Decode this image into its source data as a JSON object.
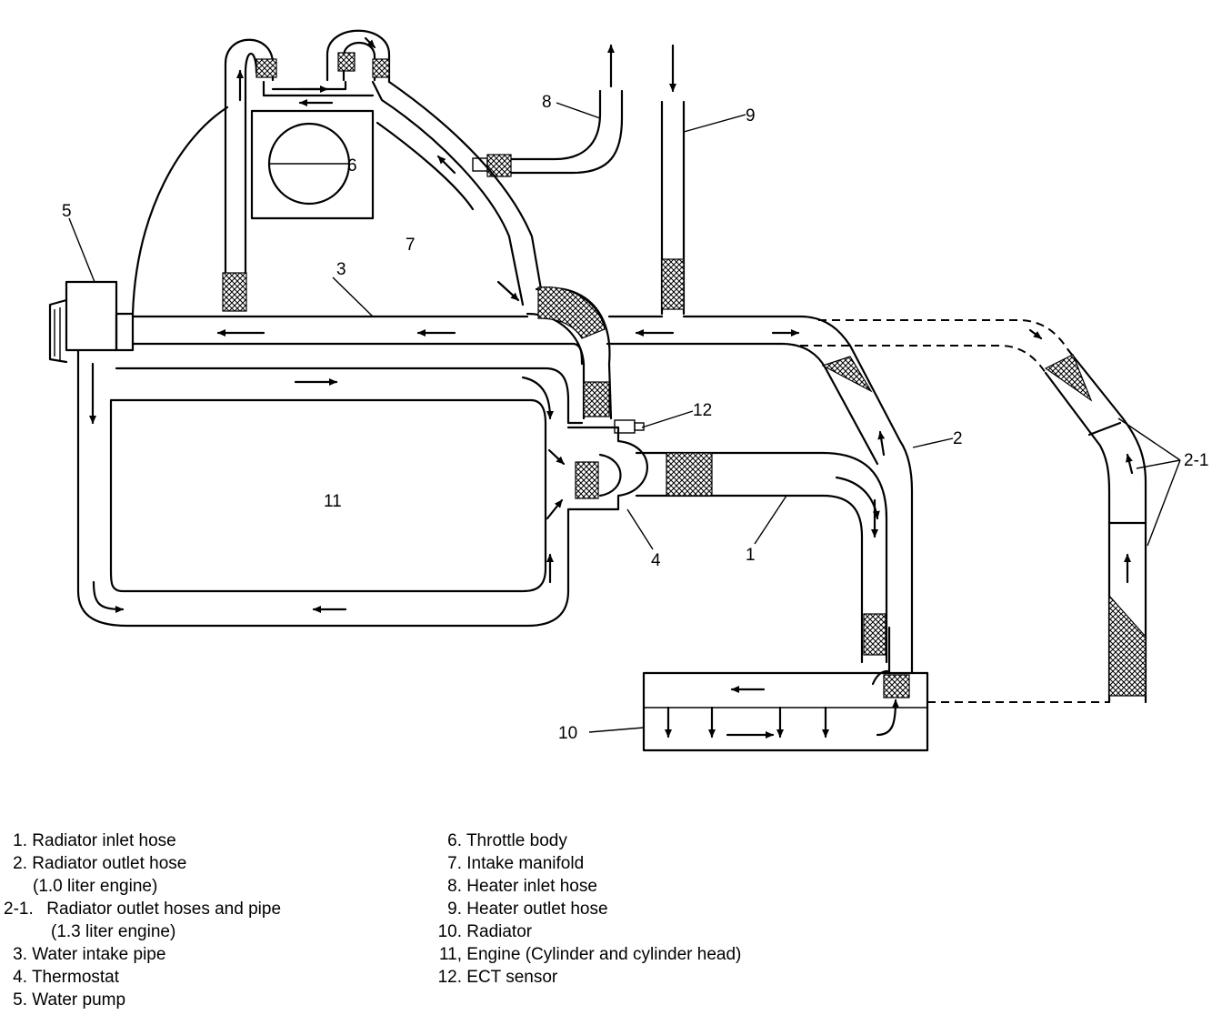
{
  "callouts": {
    "c1": "1",
    "c2": "2",
    "c2_1": "2-1",
    "c3": "3",
    "c4": "4",
    "c5": "5",
    "c6": "6",
    "c7": "7",
    "c8": "8",
    "c9": "9",
    "c10": "10",
    "c11": "11",
    "c12": "12"
  },
  "legend_left": [
    {
      "num": "1.",
      "text": "Radiator inlet hose"
    },
    {
      "num": "2.",
      "text": "Radiator outlet hose"
    },
    {
      "num": "",
      "text": "(1.0 liter engine)"
    },
    {
      "num": "2-1.",
      "text": "Radiator outlet hoses and pipe"
    },
    {
      "num": "",
      "text": "(1.3 liter engine)"
    },
    {
      "num": "3.",
      "text": "Water intake pipe"
    },
    {
      "num": "4.",
      "text": "Thermostat"
    },
    {
      "num": "5.",
      "text": "Water pump"
    }
  ],
  "legend_right": [
    {
      "num": "6.",
      "text": "Throttle body"
    },
    {
      "num": "7.",
      "text": "Intake manifold"
    },
    {
      "num": "8.",
      "text": "Heater inlet hose"
    },
    {
      "num": "9.",
      "text": "Heater outlet hose"
    },
    {
      "num": "10.",
      "text": "Radiator"
    },
    {
      "num": "11,",
      "text": "Engine (Cylinder and cylinder head)"
    },
    {
      "num": "12.",
      "text": "ECT sensor"
    }
  ]
}
